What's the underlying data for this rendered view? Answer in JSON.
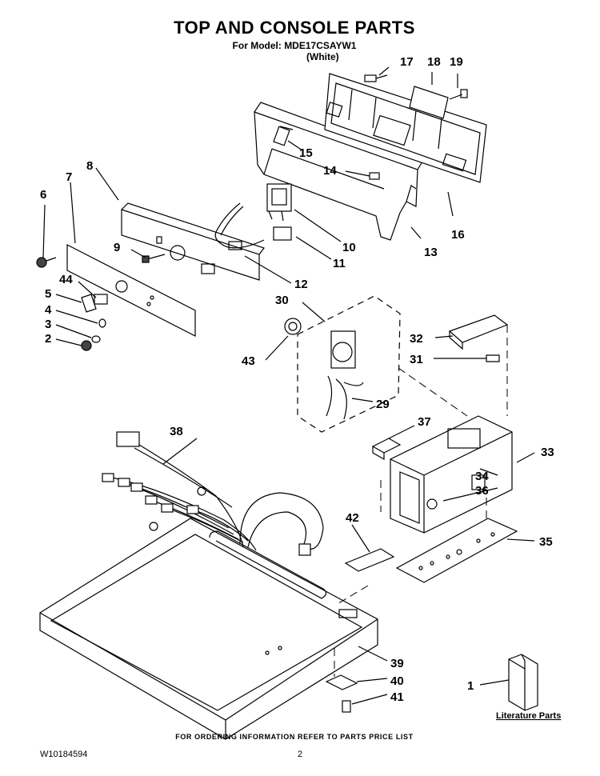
{
  "header": {
    "title": "TOP AND CONSOLE PARTS",
    "model_line": "For Model: MDE17CSAYW1",
    "color_line": "(White)"
  },
  "footer": {
    "ordering_note": "FOR ORDERING INFORMATION REFER TO PARTS PRICE LIST",
    "doc_number": "W10184594",
    "page_number": "2"
  },
  "literature_label": "Literature Parts",
  "callouts": {
    "p1": "1",
    "p2": "2",
    "p3": "3",
    "p4": "4",
    "p5": "5",
    "p6": "6",
    "p7": "7",
    "p8": "8",
    "p9": "9",
    "p10": "10",
    "p11": "11",
    "p12": "12",
    "p13": "13",
    "p14": "14",
    "p15": "15",
    "p16": "16",
    "p17": "17",
    "p18": "18",
    "p19": "19",
    "p29": "29",
    "p30": "30",
    "p31": "31",
    "p32": "32",
    "p33": "33",
    "p34": "34",
    "p35": "35",
    "p36": "36",
    "p37": "37",
    "p38": "38",
    "p39": "39",
    "p40": "40",
    "p41": "41",
    "p42": "42",
    "p43": "43",
    "p44": "44"
  }
}
